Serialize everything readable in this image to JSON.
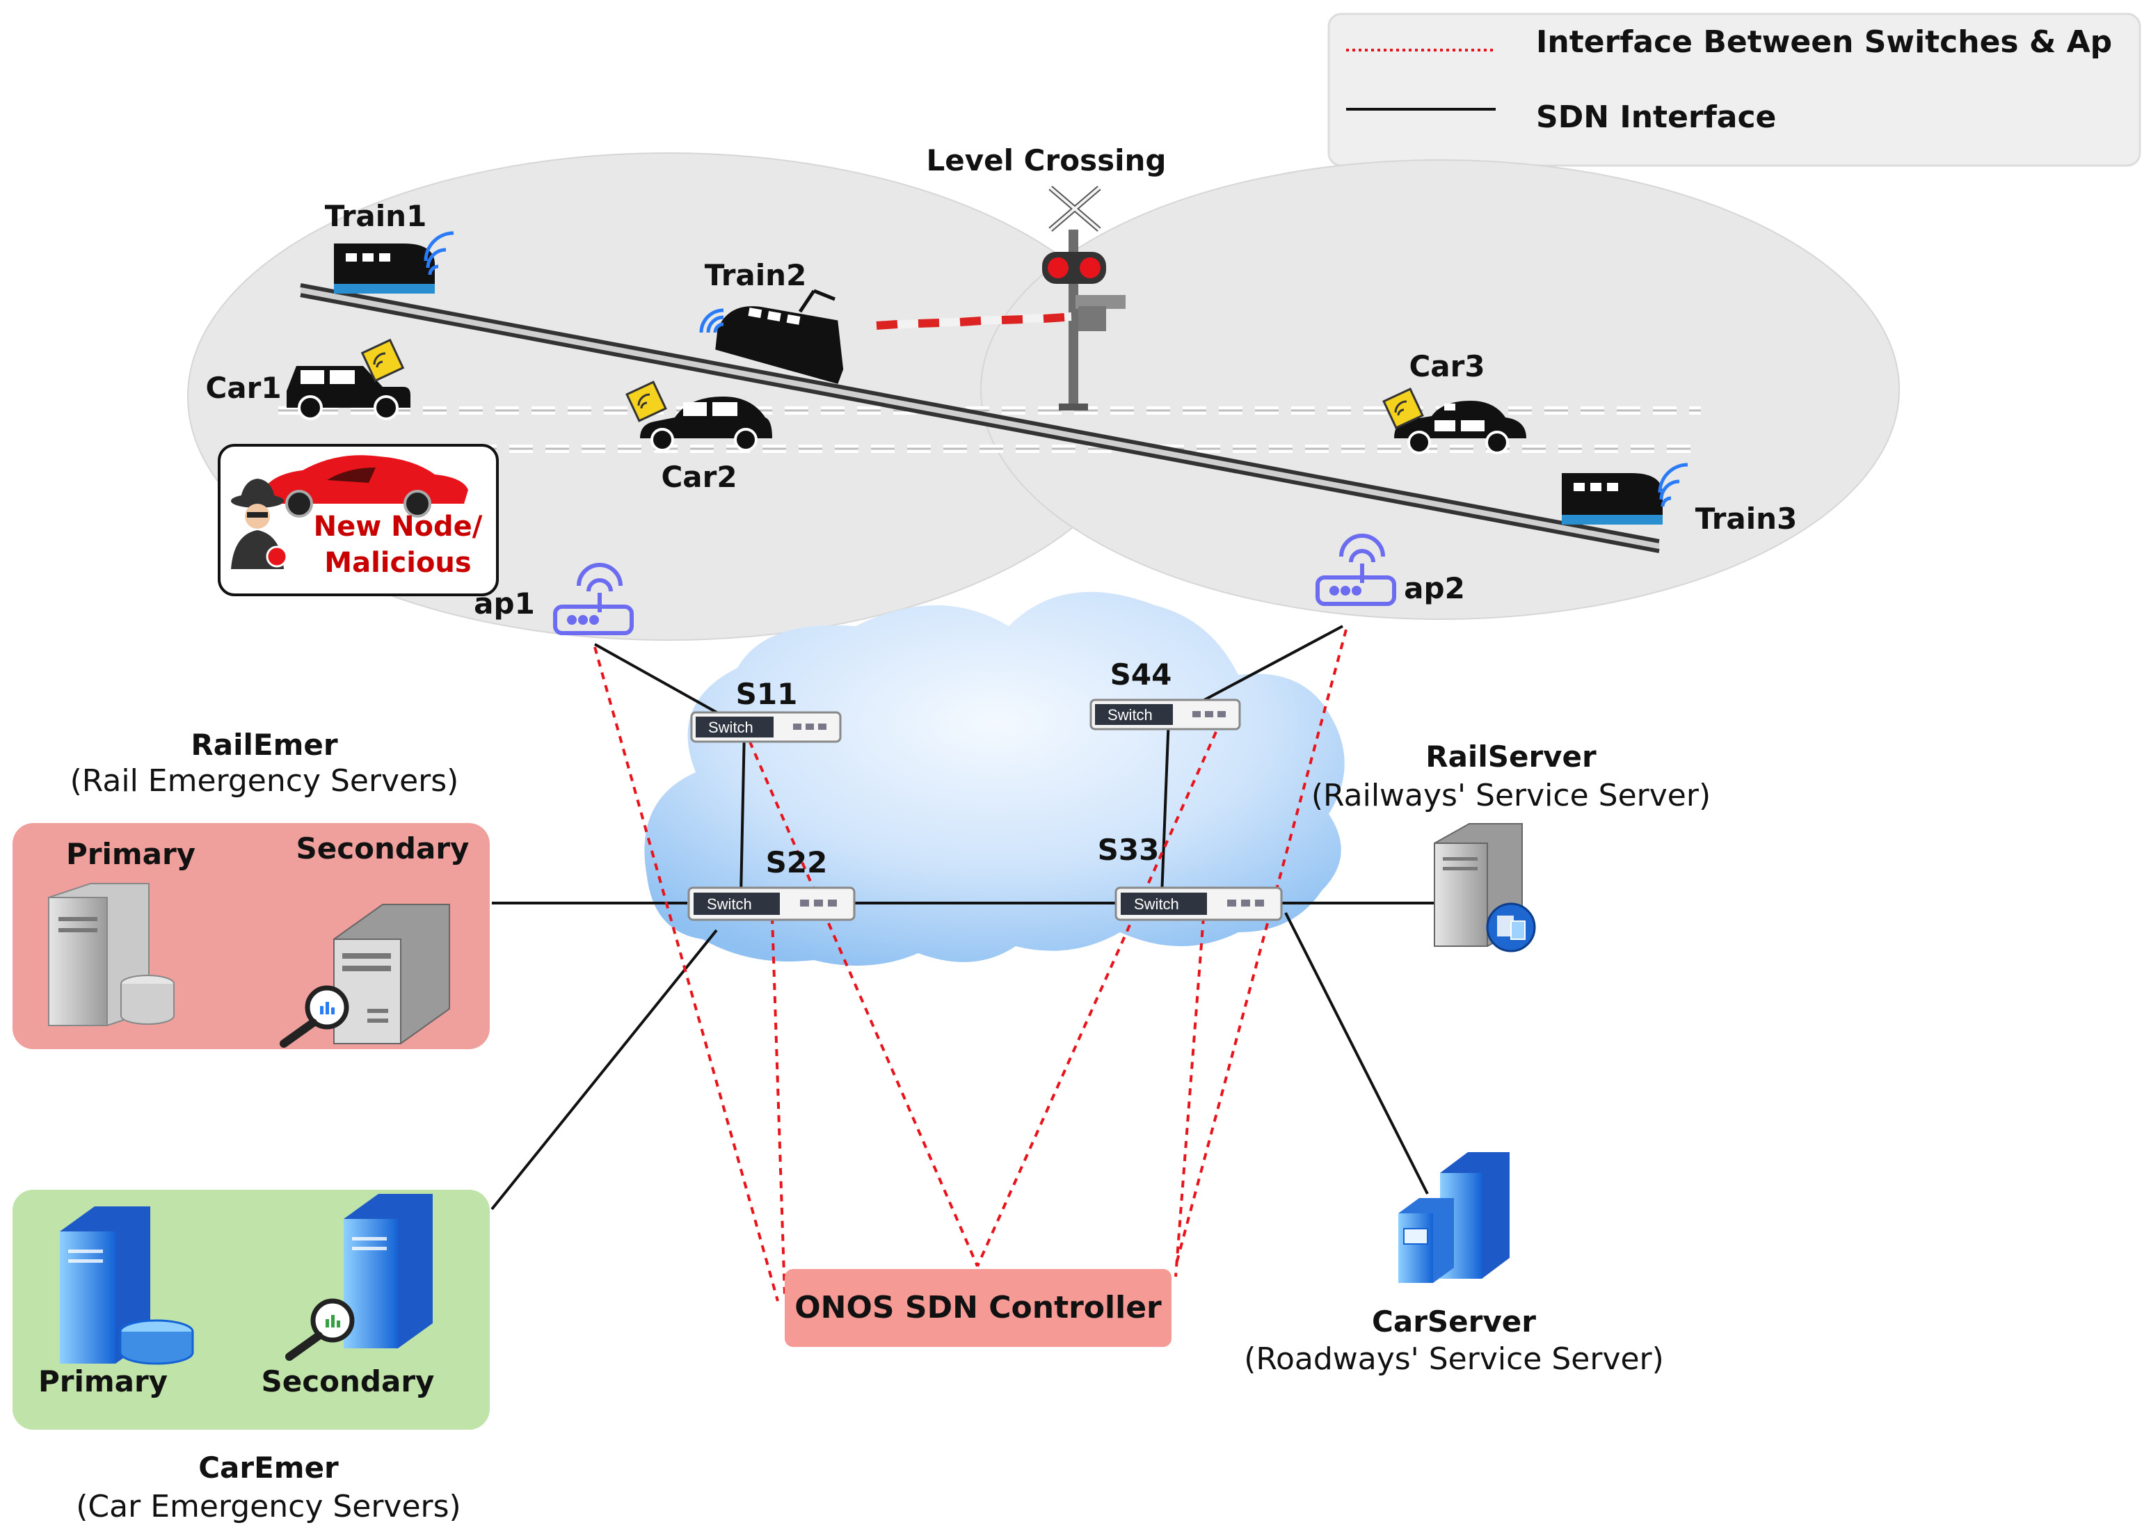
{
  "legend": {
    "red_dotted_label": "Interface Between Switches & Ap",
    "black_solid_label": "SDN Interface"
  },
  "level_crossing": {
    "label": "Level Crossing"
  },
  "trains": {
    "train1": "Train1",
    "train2": "Train2",
    "train3": "Train3"
  },
  "cars": {
    "car1": "Car1",
    "car2": "Car2",
    "car3": "Car3"
  },
  "malicious": {
    "line1": "New Node/",
    "line2": "Malicious"
  },
  "access_points": {
    "ap1": "ap1",
    "ap2": "ap2"
  },
  "switches": {
    "s11": "S11",
    "s22": "S22",
    "s33": "S33",
    "s44": "S44",
    "faceplate": "Switch"
  },
  "rail_emer": {
    "title": "RailEmer",
    "subtitle": "(Rail Emergency Servers)",
    "primary": "Primary",
    "secondary": "Secondary"
  },
  "car_emer": {
    "title": "CarEmer",
    "subtitle": "(Car Emergency Servers)",
    "primary": "Primary",
    "secondary": "Secondary"
  },
  "rail_server": {
    "title": "RailServer",
    "subtitle": "(Railways' Service Server)"
  },
  "car_server": {
    "title": "CarServer",
    "subtitle": "(Roadways' Service Server)"
  },
  "controller": {
    "label": "ONOS SDN Controller"
  },
  "colors": {
    "red_link": "#e8141b",
    "rail_emer_box": "#f0a09c",
    "car_emer_box": "#bfe3a8",
    "controller_box": "#f59a95",
    "coverage": "#e8e8e8",
    "ap": "#6b6cf0",
    "malicious_text": "#c80000"
  }
}
